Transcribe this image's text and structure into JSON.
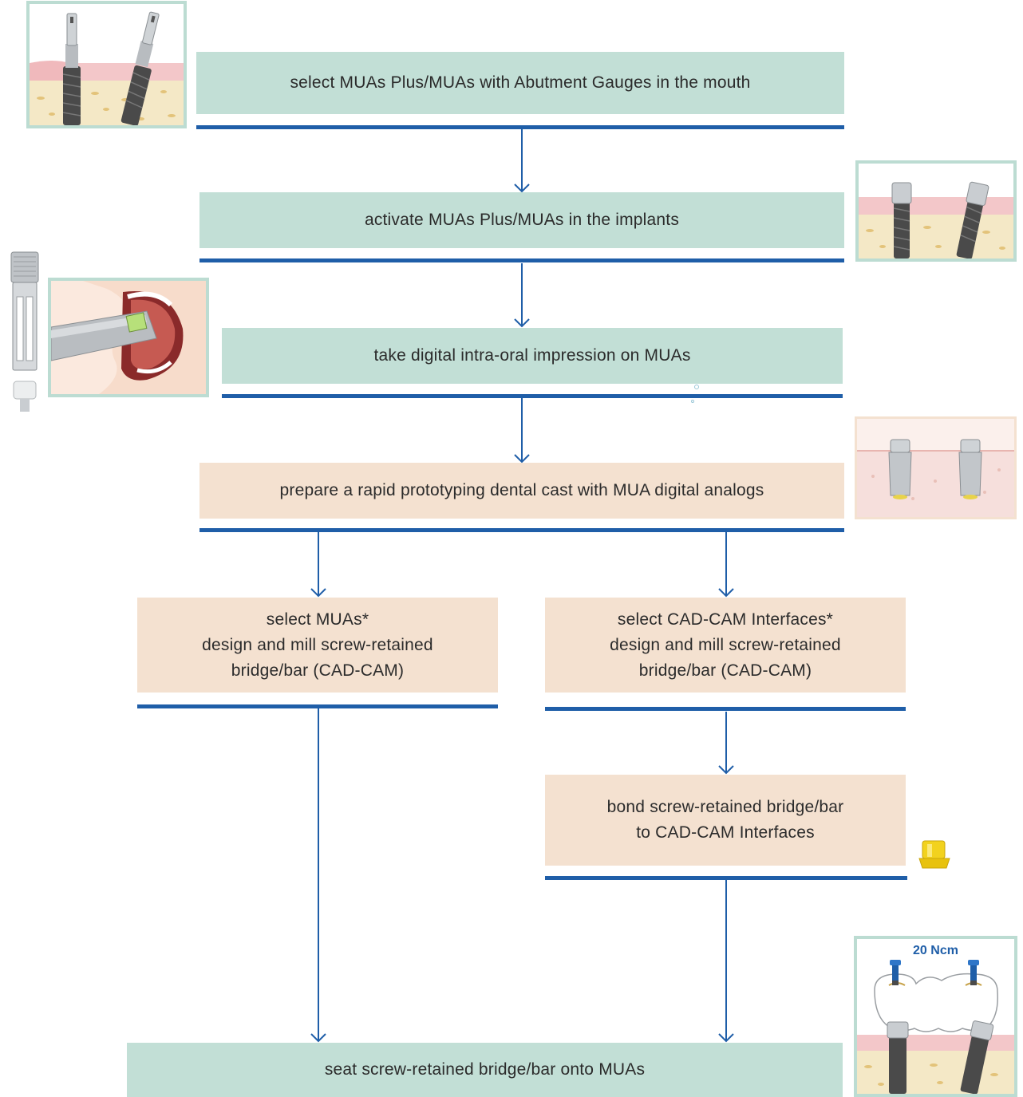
{
  "steps": {
    "s1": "select MUAs Plus/MUAs with Abutment Gauges in the mouth",
    "s2": "activate MUAs Plus/MUAs in the implants",
    "s3": "take digital intra-oral impression on MUAs",
    "s4": "prepare a rapid prototyping dental cast with MUA digital analogs",
    "s5a": [
      "select MUAs*",
      "design and mill screw-retained",
      "bridge/bar (CAD-CAM)"
    ],
    "s5b": [
      "select CAD-CAM Interfaces*",
      "design and mill screw-retained",
      "bridge/bar (CAD-CAM)"
    ],
    "s6": [
      "bond screw-retained bridge/bar",
      "to CAD-CAM Interfaces"
    ],
    "s7": "seat screw-retained bridge/bar onto MUAs"
  },
  "illustrations": {
    "torque_label": "20 Ncm",
    "icons": [
      "abutment-gauge-icon",
      "activated-mua-icon",
      "scan-body-icon",
      "intraoral-scanner-icon",
      "digital-analog-icon",
      "cad-cam-interface-icon",
      "screwed-bridge-icon"
    ]
  },
  "colors": {
    "green_box": "#c2dfd6",
    "peach_box": "#f4e1d0",
    "rule_blue": "#1f5ea8",
    "frame_green": "#bcdcd2"
  }
}
